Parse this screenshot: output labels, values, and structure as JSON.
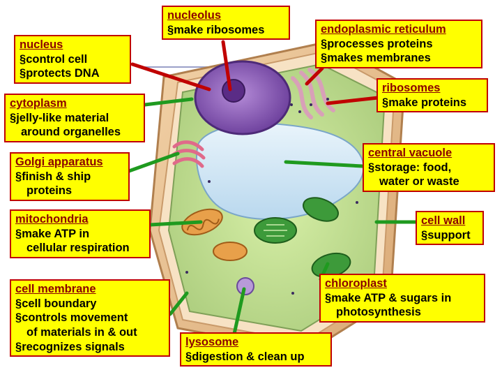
{
  "colors": {
    "label_fill": "#ffff00",
    "label_border": "#c00000",
    "label_title": "#8b0000",
    "pointer_red": "#c00000",
    "pointer_green": "#1f9a1f"
  },
  "labels": {
    "nucleolus": {
      "title": "nucleolus",
      "lines": [
        "make ribosomes"
      ]
    },
    "nucleus": {
      "title": "nucleus",
      "lines": [
        "control cell",
        "protects DNA"
      ]
    },
    "endoplasmic_reticulum": {
      "title": "endoplasmic reticulum",
      "lines": [
        "processes proteins",
        "makes membranes"
      ]
    },
    "ribosomes": {
      "title": "ribosomes",
      "lines": [
        "make proteins"
      ]
    },
    "cytoplasm": {
      "title": "cytoplasm",
      "lines": [
        "jelly-like material",
        "around organelles"
      ]
    },
    "golgi": {
      "title": "Golgi apparatus",
      "lines": [
        "finish & ship",
        "proteins"
      ]
    },
    "central_vacuole": {
      "title": "central vacuole",
      "lines": [
        "storage: food,",
        "water or waste"
      ]
    },
    "mitochondria": {
      "title": "mitochondria",
      "lines": [
        "make ATP in",
        "cellular respiration"
      ]
    },
    "cell_wall": {
      "title": "cell wall",
      "lines": [
        "support"
      ]
    },
    "cell_membrane": {
      "title": "cell membrane",
      "lines": [
        "cell boundary",
        "controls movement",
        "of materials in & out",
        "recognizes signals"
      ]
    },
    "chloroplast": {
      "title": "chloroplast",
      "lines": [
        "make ATP & sugars in",
        "photosynthesis"
      ]
    },
    "lysosome": {
      "title": "lysosome",
      "lines": [
        "digestion & clean up"
      ]
    }
  }
}
